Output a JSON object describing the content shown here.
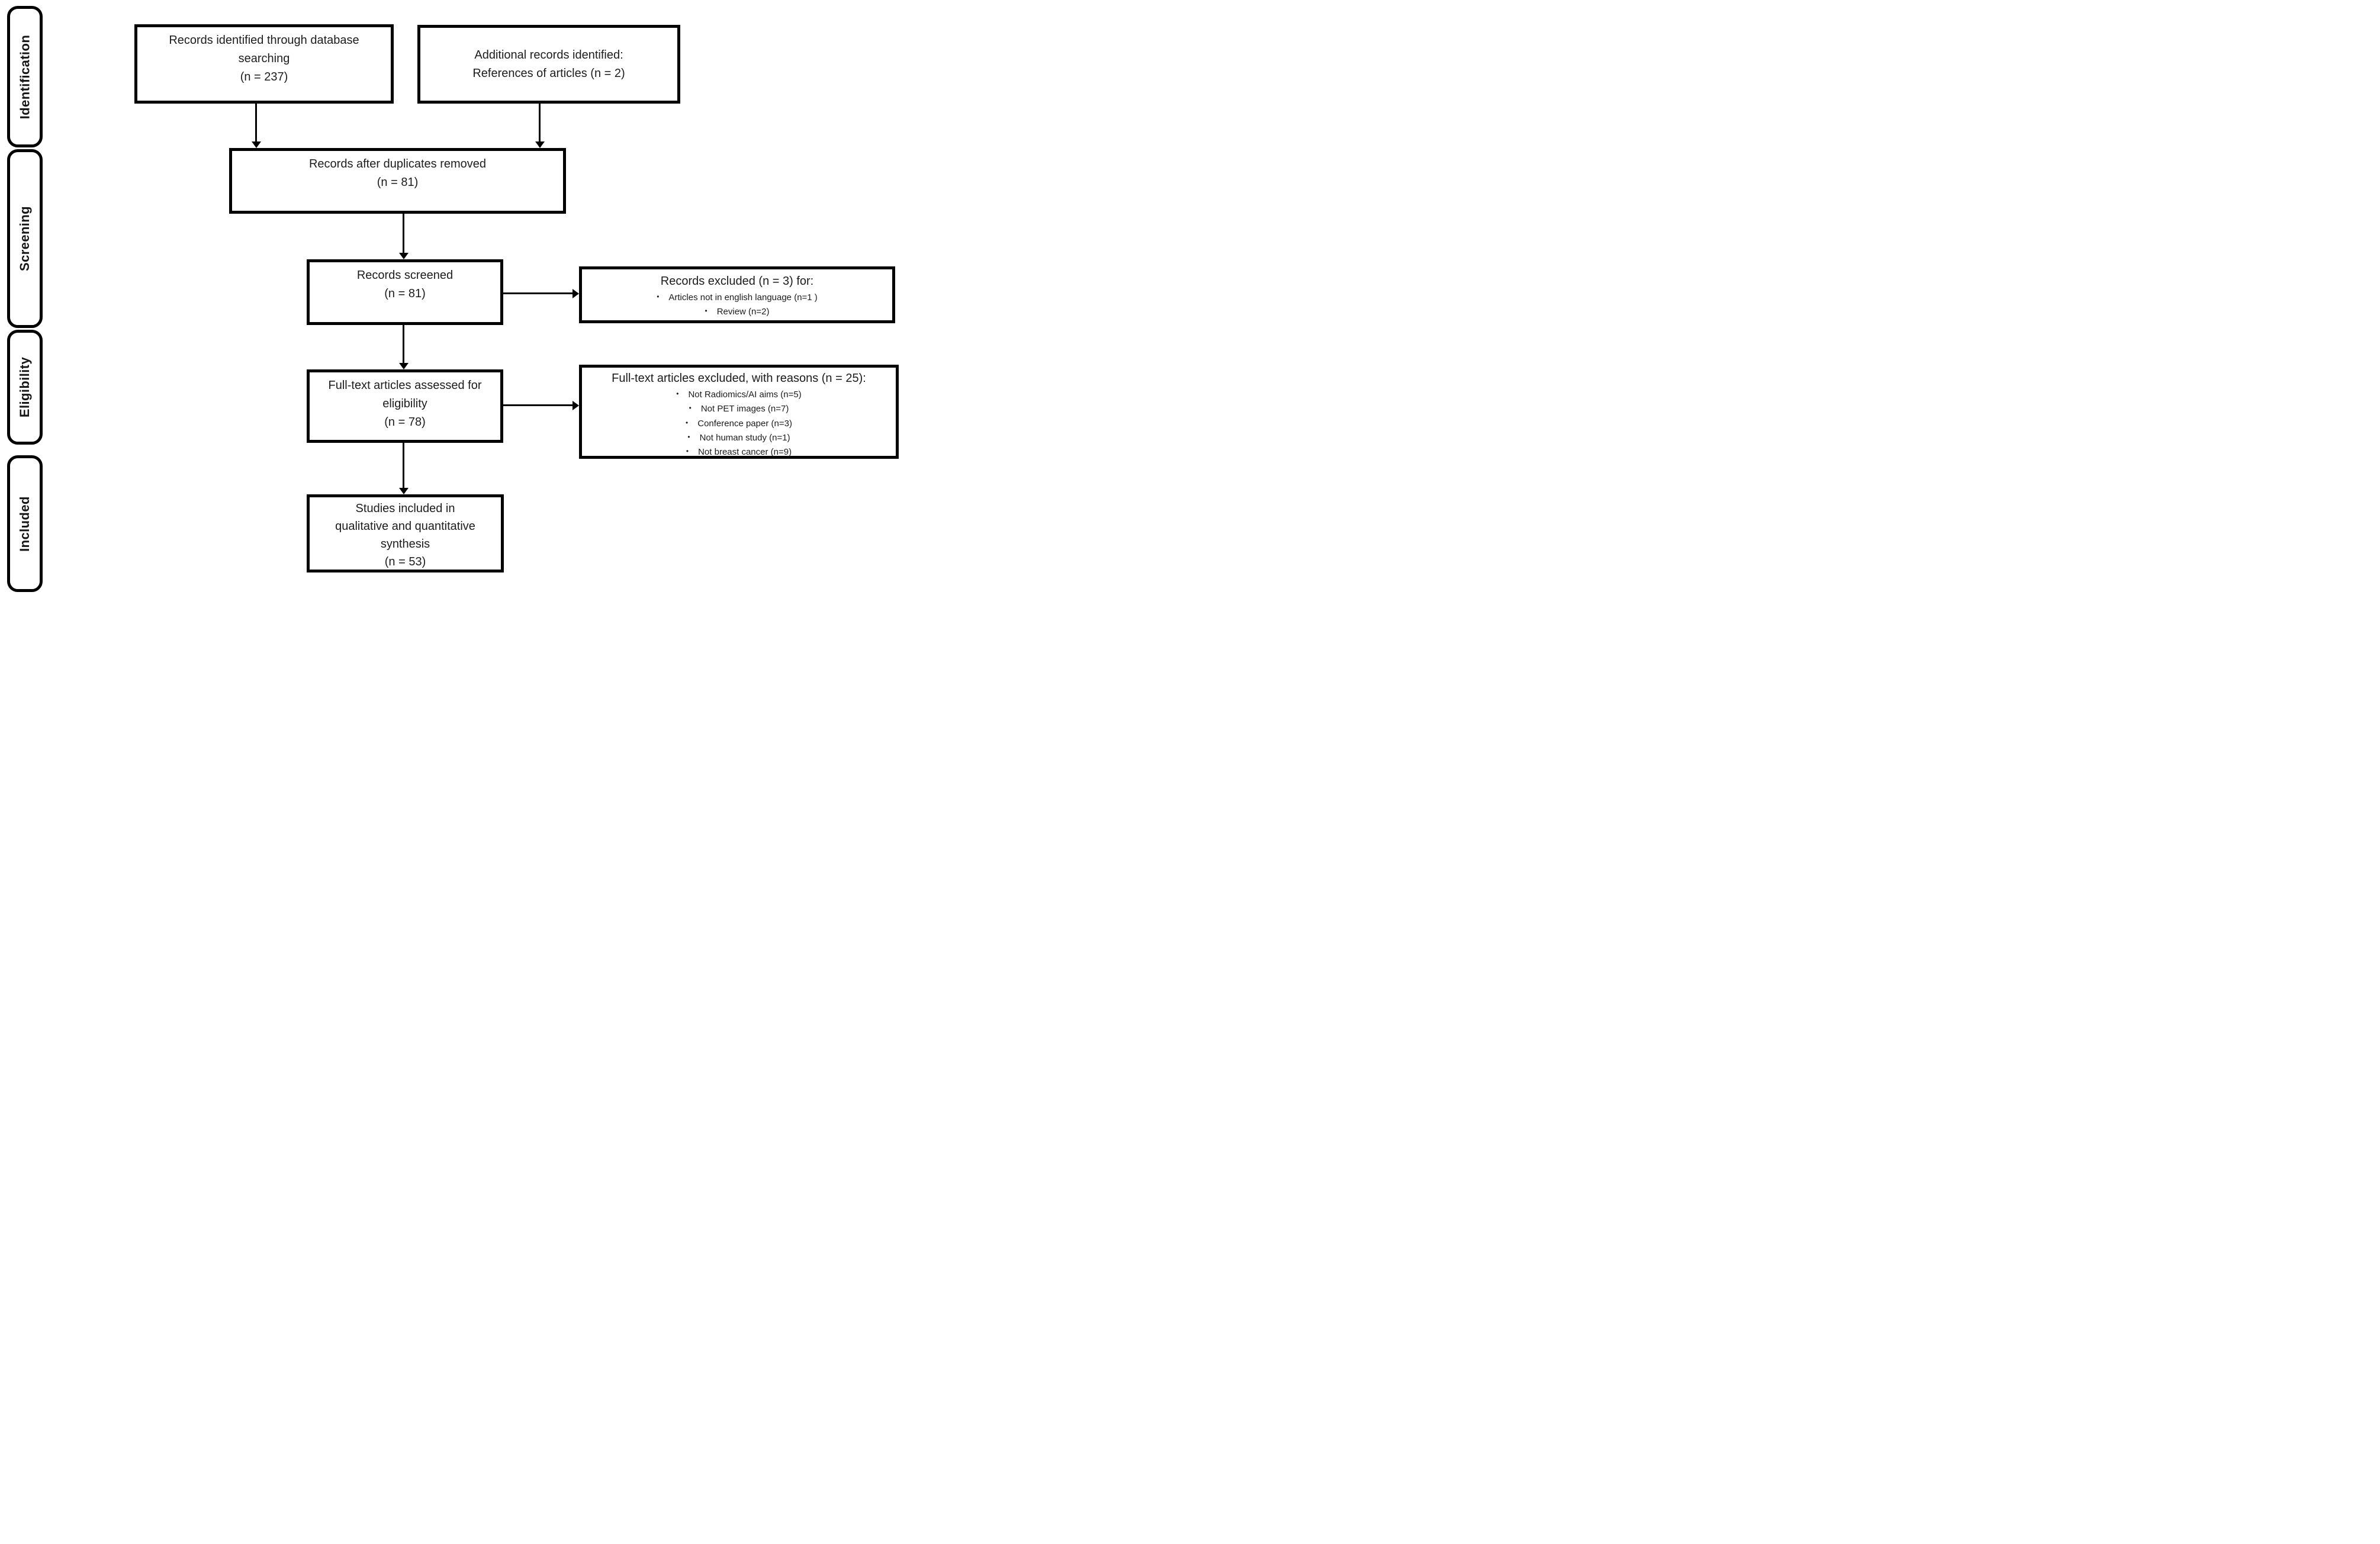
{
  "sidebar": {
    "stages": [
      {
        "label": "Identification"
      },
      {
        "label": "Screening"
      },
      {
        "label": "Eligibility"
      },
      {
        "label": "Included"
      }
    ]
  },
  "boxes": {
    "identified_db": {
      "text": "Records identified through database\nsearching\n(n = 237)"
    },
    "identified_refs": {
      "text": "Additional records identified:\nReferences of articles (n = 2)"
    },
    "duplicates_removed": {
      "text": "Records after duplicates removed\n(n = 81)"
    },
    "screened": {
      "text": "Records screened\n(n = 81)"
    },
    "records_excluded": {
      "title": "Records excluded (n = 3) for:",
      "bullet_char": "•",
      "bullets": [
        "Articles not in english language (n=1 )",
        "Review (n=2)"
      ]
    },
    "fulltext_assessed": {
      "text": "Full-text articles assessed for\neligibility\n(n = 78)"
    },
    "fulltext_excluded": {
      "title": "Full-text articles excluded, with reasons (n = 25):",
      "bullet_char": "•",
      "bullets": [
        "Not Radiomics/AI aims (n=5)",
        "Not PET images (n=7)",
        "Conference paper (n=3)",
        "Not human study (n=1)",
        "Not breast cancer (n=9)"
      ]
    },
    "included_synthesis": {
      "text": "Studies included in\nqualitative and quantitative\nsynthesis\n(n = 53)"
    }
  },
  "colors": {
    "border": "#000000",
    "text": "#1c1c1c",
    "background": "#ffffff"
  }
}
